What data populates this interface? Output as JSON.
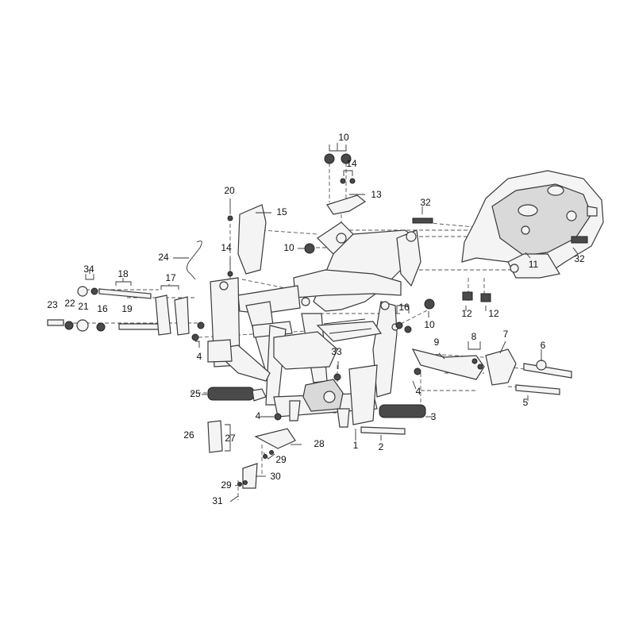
{
  "diagram": {
    "callouts": [
      "1",
      "2",
      "3",
      "4",
      "4",
      "4",
      "4",
      "5",
      "6",
      "7",
      "8",
      "9",
      "10",
      "10",
      "10",
      "11",
      "12",
      "12",
      "13",
      "14",
      "14",
      "15",
      "16",
      "16",
      "17",
      "18",
      "19",
      "20",
      "21",
      "22",
      "23",
      "24",
      "25",
      "26",
      "27",
      "28",
      "29",
      "29",
      "30",
      "31",
      "32",
      "32",
      "33",
      "34"
    ]
  },
  "colors": {
    "line": "#3a3a3a",
    "fill": "#f4f4f4",
    "shade": "#d9d9d9",
    "dark": "#4a4a4a"
  }
}
